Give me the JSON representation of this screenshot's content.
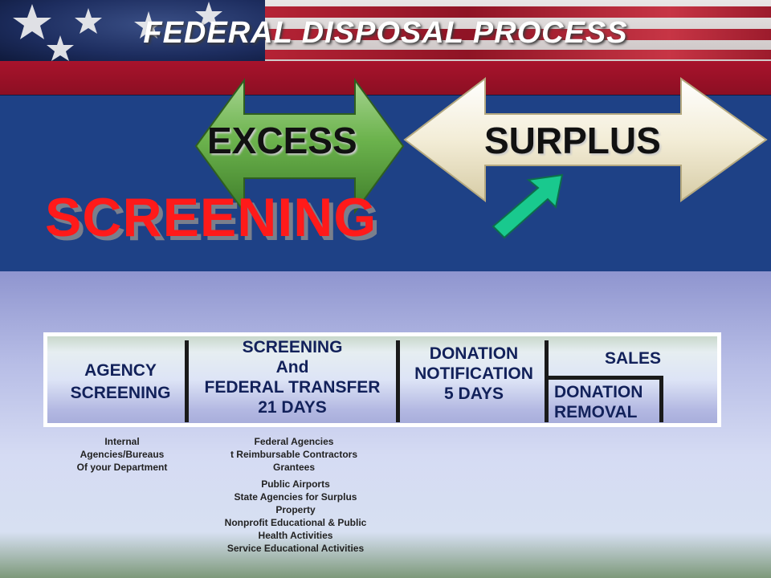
{
  "title": "FEDERAL DISPOSAL PROCESS",
  "arrows": {
    "excess": "EXCESS",
    "surplus": "SURPLUS"
  },
  "heading": "SCREENING",
  "stages": {
    "agency": [
      "AGENCY",
      "SCREENING"
    ],
    "federal": [
      "SCREENING",
      "And",
      "FEDERAL TRANSFER",
      "21 DAYS"
    ],
    "donation": [
      "DONATION",
      "NOTIFICATION",
      "5 DAYS"
    ],
    "sales": "SALES",
    "removal": [
      "DONATION",
      "REMOVAL"
    ]
  },
  "notes": {
    "internal": [
      "Internal",
      "Agencies/Bureaus",
      "Of your Department"
    ],
    "federal": [
      "Federal Agencies",
      "t Reimbursable Contractors",
      "Grantees"
    ],
    "donees": [
      "Public Airports",
      "State Agencies for Surplus",
      "Property",
      "Nonprofit Educational & Public",
      "Health Activities",
      "Service Educational Activities"
    ]
  },
  "colors": {
    "heading": "#ff1a1a",
    "band": "#1e4186",
    "excess_arrow": "#5fa443",
    "surplus_arrow": "#f0ead2",
    "pointer_arrow": "#19c98e",
    "header_red": "#a8132c"
  },
  "icons": {
    "excess": "double-arrow-icon",
    "surplus": "double-arrow-icon",
    "pointer": "diagonal-arrow-icon"
  }
}
